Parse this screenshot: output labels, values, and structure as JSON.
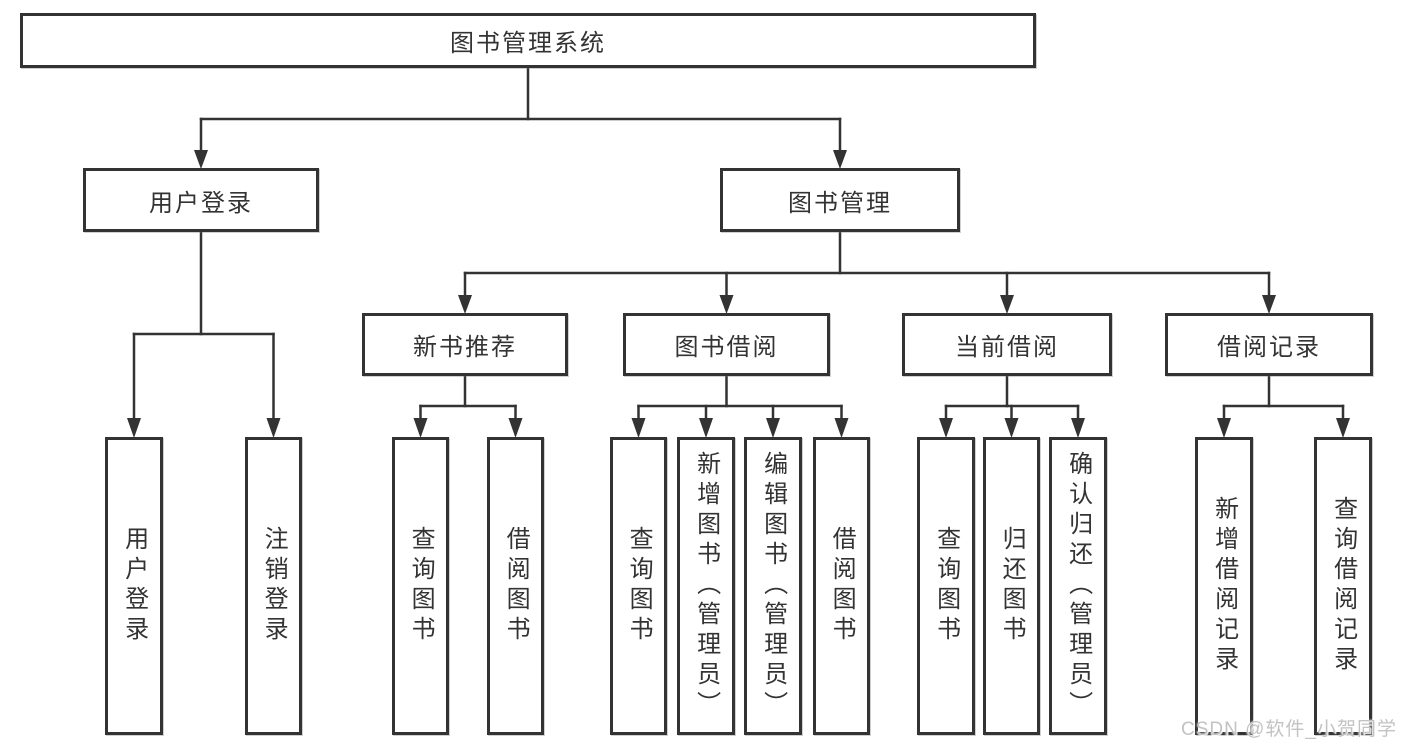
{
  "diagram": {
    "root": {
      "label": "图书管理系统"
    },
    "level2": [
      {
        "label": "用户登录"
      },
      {
        "label": "图书管理"
      }
    ],
    "level3": [
      {
        "label": "新书推荐"
      },
      {
        "label": "图书借阅"
      },
      {
        "label": "当前借阅"
      },
      {
        "label": "借阅记录"
      }
    ],
    "leaves": {
      "user_login": [
        "用户登录",
        "注销登录"
      ],
      "new_book_recommend": [
        "查询图书",
        "借阅图书"
      ],
      "book_borrowing": [
        "查询图书",
        "新增图书（管理员）",
        "编辑图书（管理员）",
        "借阅图书"
      ],
      "current_borrowing": [
        "查询图书",
        "归还图书",
        "确认归还（管理员）"
      ],
      "borrowing_records": [
        "新增借阅记录",
        "查询借阅记录"
      ]
    }
  },
  "watermark": "CSDN @软件_小贺同学",
  "colors": {
    "line": "#333333",
    "text": "#333333",
    "background": "#ffffff",
    "watermark": "#c3c3c3"
  }
}
